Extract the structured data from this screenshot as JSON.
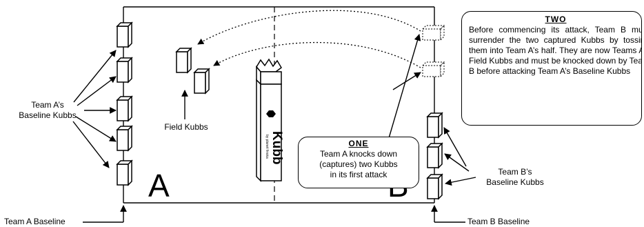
{
  "labels": {
    "team_a_baseline_kubbs": [
      "Team A’s",
      "Baseline Kubbs"
    ],
    "field_kubbs": "Field Kubbs",
    "team_b_baseline_kubbs": [
      "Team B’s",
      "Baseline Kubbs"
    ],
    "team_a_baseline": "Team A Baseline",
    "team_b_baseline": "Team B Baseline",
    "letter_a": "A",
    "letter_b": "B",
    "king_text": "Kubb",
    "king_subtext": "by planet finska"
  },
  "callout_one": {
    "heading": "ONE",
    "lines": [
      "Team A knocks down",
      "(captures) two Kubbs",
      "in its first attack"
    ]
  },
  "callout_two": {
    "heading": "TWO",
    "body": "Before commencing its attack, Team B must surrender the two captured Kubbs by tossing them into Team A’s half.  They are now Teams A’s Field Kubbs and must be knocked down by Team B before attacking Team A’s Baseline Kubbs"
  }
}
